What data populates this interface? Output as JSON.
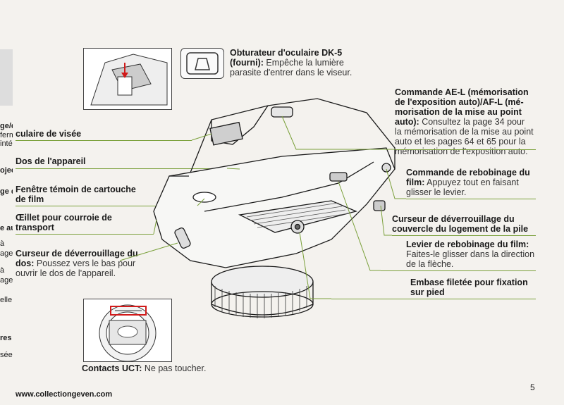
{
  "labels": {
    "dk5_title": "Obturateur d'oculaire DK-5",
    "dk5_title2": "(fourni):",
    "dk5_desc1": " Empêche la lumière",
    "dk5_desc2": "parasite d'entrer dans le viseur.",
    "ael_1": "Commande AE-L (mémorisation",
    "ael_2": "de l'exposition auto)/AF-L (mé-",
    "ael_3": "morisation de la mise au point",
    "ael_4": "auto):",
    "ael_d4": " Consultez la page 34 pour",
    "ael_d5": "la mémorisation de la mise au point",
    "ael_d6": "auto et les pages 64 et 65 pour la",
    "ael_d7": "mémorisation de l'exposition auto.",
    "rewind_btn_1": "Commande de rebobinage du",
    "rewind_btn_2": "film:",
    "rewind_btn_d2": " Appuyez tout en faisant",
    "rewind_btn_d3": "glisser le levier.",
    "battery": "Curseur de déverrouillage du",
    "battery2": "couvercle du logement de la pile",
    "lever_1": "Levier de rebobinage du film:",
    "lever_d2": "Faites-le glisser dans la direction",
    "lever_d3": "de la flèche.",
    "tripod_1": "Embase filetée pour fixation",
    "tripod_2": "sur pied",
    "eyepiece": "culaire de visée",
    "back": "Dos de l'appareil",
    "window_1": "Fenêtre témoin de cartouche",
    "window_2": "de film",
    "strap_1": "Œillet pour courroie de",
    "strap_2": "transport",
    "backlock_1": "Curseur de déverrouillage du",
    "backlock_2": "dos:",
    "backlock_d2": " Poussez vers le bas pour",
    "backlock_d3": "ouvrir le dos de l'appareil.",
    "contacts": "Contacts UCT:",
    "contacts_d": " Ne pas toucher."
  },
  "left_margin": [
    "ge/d",
    "ferme",
    "intégr",
    "oject",
    "ge d",
    "e au",
    "à",
    "age",
    "à",
    "ages",
    "elle",
    "res",
    "sée"
  ],
  "footer": "www.collectiongeven.com",
  "page_number": "5",
  "colors": {
    "rule": "#7aa03a",
    "highlight": "#d11a1a"
  }
}
